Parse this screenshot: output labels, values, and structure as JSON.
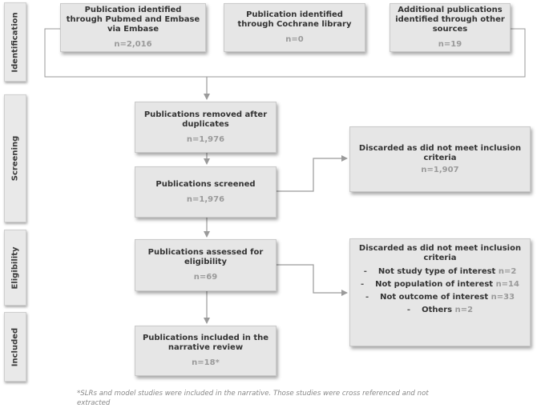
{
  "stages": [
    {
      "id": "identification",
      "label": "Identification"
    },
    {
      "id": "screening",
      "label": "Screening"
    },
    {
      "id": "eligibility",
      "label": "Eligibility"
    },
    {
      "id": "included",
      "label": "Included"
    }
  ],
  "sources": [
    {
      "title": "Publication identified through Pubmed and Embase via Embase",
      "count": "n=2,016"
    },
    {
      "title": "Publication identified through Cochrane library",
      "count": "n=0"
    },
    {
      "title": "Additional publications identified through other sources",
      "count": "n=19"
    }
  ],
  "removed_duplicates": {
    "title": "Publications removed after duplicates",
    "count": "n=1,976"
  },
  "screened": {
    "title": "Publications screened",
    "count": "n=1,976"
  },
  "excluded_screening": {
    "title": "Discarded as did not meet inclusion criteria",
    "count": "n=1,907"
  },
  "assessed": {
    "title": "Publications assessed for eligibility",
    "count": "n=69"
  },
  "excluded_eligibility": {
    "title": "Discarded as did not meet inclusion criteria",
    "items": [
      {
        "dash": "-",
        "label": "Not study type of interest",
        "count": "n=2"
      },
      {
        "dash": "-",
        "label": "Not population of interest",
        "count": "n=14"
      },
      {
        "dash": "-",
        "label": "Not outcome of interest",
        "count": "n=33"
      },
      {
        "dash": "-",
        "label": "Others",
        "count": "n=2"
      }
    ]
  },
  "included": {
    "title": "Publications included in the narrative review",
    "count": "n=18*"
  },
  "footnote": "*SLRs and model studies were included in the narrative. Those studies were cross referenced and not extracted"
}
